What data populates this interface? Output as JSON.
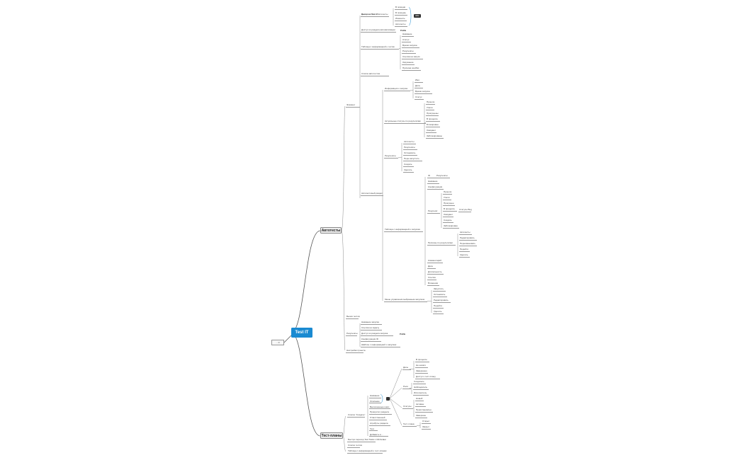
{
  "root": "Test IT",
  "mini_box": "... ⊘",
  "tags": {
    "tag1": "table",
    "tag2": "Profile",
    "tag3": "Profile"
  },
  "top": {
    "title": "Автотесты",
    "n1": "Элемент",
    "n2": "Вызов тестов",
    "a": {
      "t": "Доступ из Test IT",
      "x": [
        "Вызов из Тест в Автотесты",
        "В позиции",
        "В позицию",
        "Изменить",
        "Автотесты"
      ],
      "y": "Доступ из раздела автоматизации",
      "z": [
        "Таблица с информацией о тестах",
        "Название",
        "Статус",
        "Время запуска",
        "Результаты",
        "Ссылка на запуск",
        "Окружение",
        "Причина ошибки"
      ],
      "w": "Список автотестов"
    },
    "b": {
      "t": "Автотестовый раздел",
      "c": [
        "Информация о запуске",
        "Имя",
        "Дата",
        "Время запуска",
        "Статус"
      ],
      "d": [
        "Актуальные статусы по результатам",
        "Прошли",
        "Упали",
        "Пропущены",
        "В процессе",
        "Блокирован",
        "Ожидают",
        "Заблокированы"
      ],
      "e": [
        "Результаты",
        "Автотесты",
        "Результаты",
        "Остановить",
        "Пере-запустить",
        "Создать",
        "Удалить"
      ],
      "f": [
        "Таблица с информацией о запусках",
        "ID",
        "Результаты",
        "Название",
        "Конфигурация"
      ],
      "g": [
        "Результат",
        "Прошли",
        "Упали",
        "Пропущен",
        "В процессе",
        "Ожидают",
        "Создать",
        "Заблокирован"
      ],
      "g_side": "Статусы Bug",
      "h": [
        "Причины по результатам",
        "Автотесты",
        "Редактировать",
        "Переименовать",
        "Перейти",
        "Удалить"
      ],
      "i": [
        "Комментарий",
        "Дата",
        "Длительность",
        "Ссылка",
        "Вложения"
      ],
      "j": [
        "Меню управления выбранным запуском",
        "Запустить",
        "Остановить",
        "Редактировать",
        "Перейти",
        "Удалить"
      ]
    },
    "k": {
      "t": "Результаты",
      "items": [
        "Название запуска",
        "Ссылка на задачу",
        "Доступ из раздела запуска",
        "Конфигурация ID",
        "Шаблон с информацией о запусках"
      ]
    },
    "l": "Настройки проекта"
  },
  "bottom": {
    "title": "Тест-планы",
    "a": {
      "t": "Список \"Создать\"",
      "items": [
        "Название",
        "Описание",
        "Выполненные шаги",
        "Приоритет раздела",
        "Ответственный",
        "Атрибуты раздела",
        "Теги",
        "Добавить в ..."
      ],
      "b": [
        "Даты",
        "В процессе",
        "Не начато",
        "Завершено",
        "Доступ к тест-плану"
      ],
      "c": [
        "Роли",
        "Создатель",
        "Наблюдатель",
        "Исполнитель"
      ],
      "d": [
        "Статусы",
        "Новый",
        "Активен",
        "Приостановлен",
        "Завершен"
      ],
      "e": [
        "Тест-плана",
        "Открыт",
        "Закрыт"
      ]
    },
    "n1": "Быстро переход Test Tasks с MinScalar",
    "n2": "Список тестов",
    "n3": "Таблица с информацией о тест-планах"
  }
}
